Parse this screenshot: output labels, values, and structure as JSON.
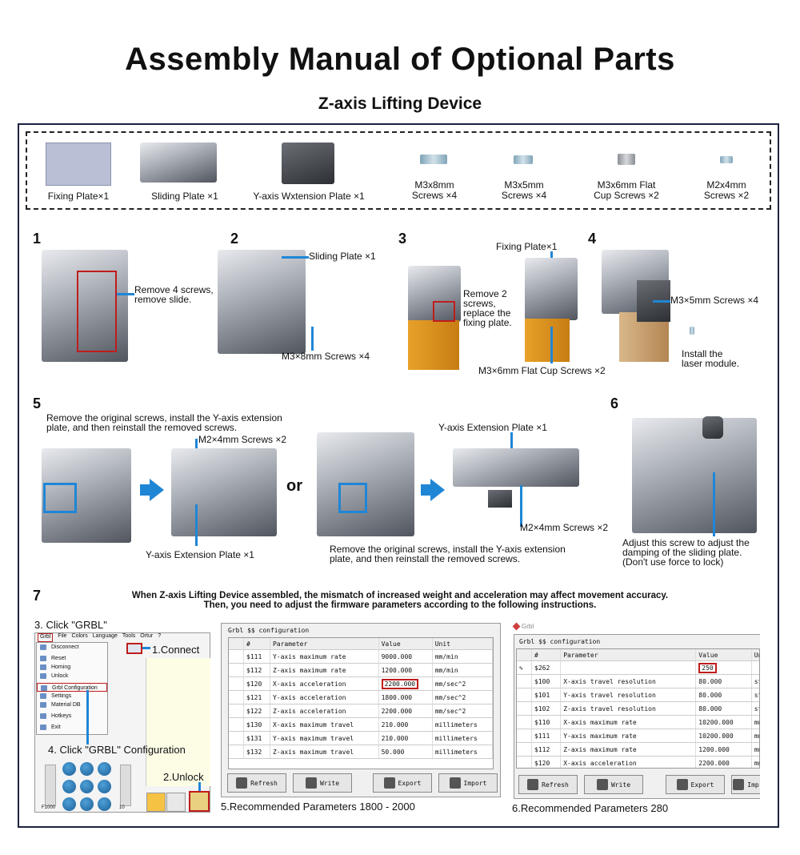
{
  "header": {
    "title": "Assembly Manual of Optional Parts",
    "subtitle": "Z-axis Lifting Device"
  },
  "parts": [
    {
      "label": "Fixing Plate×1"
    },
    {
      "label": "Sliding Plate ×1"
    },
    {
      "label": "Y-axis Wxtension Plate ×1"
    },
    {
      "label": "M3x8mm\nScrews ×4"
    },
    {
      "label": "M3x5mm\nScrews ×4"
    },
    {
      "label": "M3x6mm Flat\nCup Screws ×2"
    },
    {
      "label": "M2x4mm\nScrews ×2"
    }
  ],
  "step1": {
    "num": "1",
    "note": "Remove 4 screws,\nremove slide."
  },
  "step2": {
    "num": "2",
    "callout_top": "Sliding Plate ×1",
    "callout_bottom": "M3×8mm Screws ×4"
  },
  "step3": {
    "num": "3",
    "callout_top": "Fixing Plate×1",
    "note": "Remove 2\nscrews,\nreplace the\nfixing plate.",
    "callout_bottom": "M3×6mm Flat Cup Screws ×2"
  },
  "step4": {
    "num": "4",
    "callout": "M3×5mm Screws ×4",
    "note": "Install the\nlaser module."
  },
  "step5": {
    "num": "5",
    "note_top": "Remove the original screws, install the Y-axis extension\nplate, and then reinstall the removed screws.",
    "callout_screws_left": "M2×4mm Screws ×2",
    "callout_plate_left": "Y-axis Extension Plate ×1",
    "or": "or",
    "callout_plate_right": "Y-axis Extension Plate ×1",
    "callout_screws_right": "M2×4mm Screws ×2",
    "note_bottom": "Remove the original screws, install the Y-axis extension\nplate, and then reinstall the removed screws."
  },
  "step6": {
    "num": "6",
    "note": "Adjust this screw to adjust the\ndamping of the sliding plate.\n(Don't use force to lock)"
  },
  "step7": {
    "num": "7",
    "warning": "When Z-axis Lifting Device assembled, the mismatch of increased weight and acceleration may affect movement accuracy.\nThen, you need to adjust the firmware parameters according to the following instructions.",
    "click_grbl": "3. Click \"GRBL\"",
    "connect": "1.Connect",
    "click_config": "4. Click \"GRBL\" Configuration",
    "unlock": "2.Unlock",
    "menubar": [
      "Grbl",
      "File",
      "Colors",
      "Language",
      "Tools",
      "Ortur",
      "?"
    ],
    "menu_items": [
      "Disconnect",
      "Reset",
      "Homing",
      "Unlock",
      "Grbl Configuration",
      "Settings",
      "Material DB",
      "Hotkeys",
      "Exit"
    ],
    "f_value": "F1000",
    "s_value": "10",
    "rec5": "5.Recommended Parameters 1800 - 2000",
    "rec6": "6.Recommended Parameters 280",
    "brand_small": "Grbl"
  },
  "config1": {
    "title": "Grbl $$ configuration",
    "headers": [
      "#",
      "Parameter",
      "Value",
      "Unit"
    ],
    "rows": [
      [
        "$111",
        "Y-axis maximum rate",
        "9000.000",
        "mm/min"
      ],
      [
        "$112",
        "Z-axis maximum rate",
        "1200.000",
        "mm/min"
      ],
      [
        "$120",
        "X-axis acceleration",
        "2200.000",
        "mm/sec^2"
      ],
      [
        "$121",
        "Y-axis acceleration",
        "1800.000",
        "mm/sec^2"
      ],
      [
        "$122",
        "Z-axis acceleration",
        "2200.000",
        "mm/sec^2"
      ],
      [
        "$130",
        "X-axis maximum travel",
        "210.000",
        "millimeters"
      ],
      [
        "$131",
        "Y-axis maximum travel",
        "210.000",
        "millimeters"
      ],
      [
        "$132",
        "Z-axis maximum travel",
        "50.000",
        "millimeters"
      ]
    ],
    "buttons": [
      "Refresh",
      "Write",
      "Export",
      "Import"
    ]
  },
  "config2": {
    "title": "Grbl $$ configuration",
    "headers": [
      "#",
      "Parameter",
      "Value",
      "Uni"
    ],
    "rows": [
      [
        "$262",
        "",
        "250",
        ""
      ],
      [
        "$100",
        "X-axis travel resolution",
        "80.000",
        "step"
      ],
      [
        "$101",
        "Y-axis travel resolution",
        "80.000",
        "step"
      ],
      [
        "$102",
        "Z-axis travel resolution",
        "80.000",
        "step"
      ],
      [
        "$110",
        "X-axis maximum rate",
        "10200.000",
        "mm/m"
      ],
      [
        "$111",
        "Y-axis maximum rate",
        "10200.000",
        "mm/m"
      ],
      [
        "$112",
        "Z-axis maximum rate",
        "1200.000",
        "mm/m"
      ],
      [
        "$120",
        "X-axis acceleration",
        "2200.000",
        "mm/s"
      ]
    ],
    "buttons": [
      "Refresh",
      "Write",
      "Export",
      "Imp"
    ]
  },
  "colors": {
    "accent": "#1f86d6",
    "highlight": "#c01c1c",
    "frame": "#1c2340"
  }
}
